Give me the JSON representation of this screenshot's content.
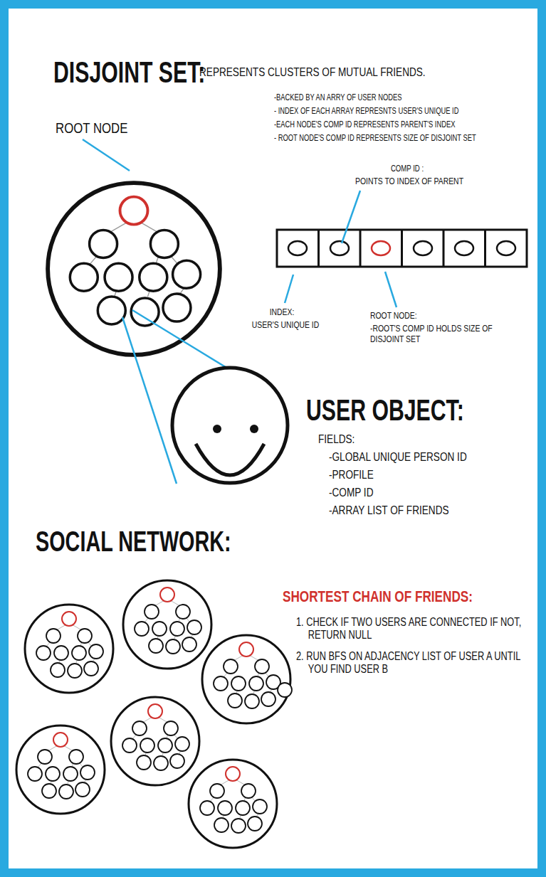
{
  "diagram": {
    "labels": [
      "DISJOINT SET:",
      "REPRESENTS CLUSTERS OF MUTUAL FRIENDS.",
      "-BACKED BY AN ARRY OF USER NODES",
      "- INDEX OF EACH ARRAY REPRESNTS USER'S UNIQUE ID",
      "-EACH NODE'S COMP ID REPRESENTS PARENT'S INDEX",
      "- ROOT NODE'S COMP ID REPRESENTS SIZE OF DISJOINT SET",
      "ROOT NODE",
      "COMP ID :",
      "POINTS TO INDEX OF PARENT",
      "INDEX:",
      "USER'S UNIQUE ID",
      "ROOT NODE:",
      "-ROOT'S COMP ID HOLDS SIZE OF DISJOINT SET",
      "USER OBJECT:",
      "FIELDS:",
      "-GLOBAL UNIQUE PERSON ID",
      "-PROFILE",
      "-COMP ID",
      "-ARRAY LIST OF FRIENDS",
      "SOCIAL NETWORK:",
      "SHORTEST CHAIN OF FRIENDS:",
      "1. CHECK IF TWO USERS ARE CONNECTED IF NOT, RETURN NULL",
      "2. RUN BFS ON ADJACENCY LIST OF USER A UNTIL YOU FIND USER B"
    ]
  }
}
